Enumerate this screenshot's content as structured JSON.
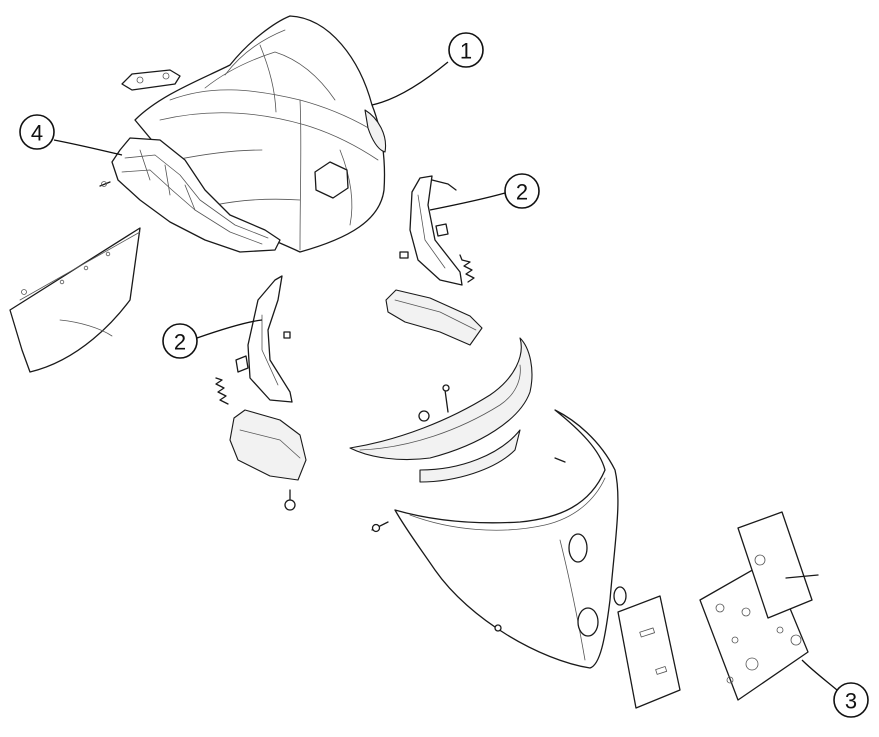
{
  "callouts": [
    {
      "id": "1",
      "label": "1"
    },
    {
      "id": "2a",
      "label": "2"
    },
    {
      "id": "2b",
      "label": "2"
    },
    {
      "id": "3",
      "label": "3"
    },
    {
      "id": "4",
      "label": "4"
    }
  ]
}
